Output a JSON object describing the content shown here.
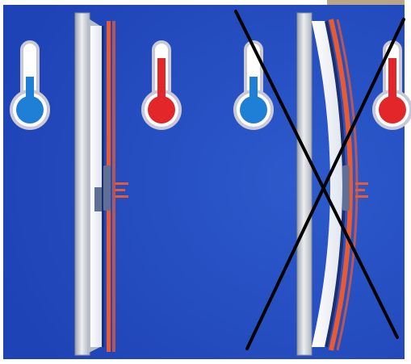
{
  "diagram": {
    "panels": [
      {
        "id": "correct",
        "thermometers": [
          {
            "name": "thermometer-cold",
            "temperature": "cold",
            "fill_level": 0.35,
            "color": "#1f7fd6"
          },
          {
            "name": "thermometer-hot",
            "temperature": "hot",
            "fill_level": 0.75,
            "color": "#e3262a"
          }
        ],
        "profile": "straight",
        "crossed_out": false
      },
      {
        "id": "incorrect",
        "thermometers": [
          {
            "name": "thermometer-cold",
            "temperature": "cold",
            "fill_level": 0.35,
            "color": "#1f7fd6"
          },
          {
            "name": "thermometer-hot",
            "temperature": "hot",
            "fill_level": 0.75,
            "color": "#e3262a"
          }
        ],
        "profile": "bowed",
        "crossed_out": true,
        "cross_color": "#000000"
      }
    ],
    "colors": {
      "background": "#1e43b6",
      "background_light": "#2d5acc",
      "frame": "#d3d3d8",
      "glass": "#ffffff",
      "warm_layer": "#ea5a2e",
      "cold_layer": "#1c2e6b",
      "hardware": "#5f6f95"
    }
  }
}
